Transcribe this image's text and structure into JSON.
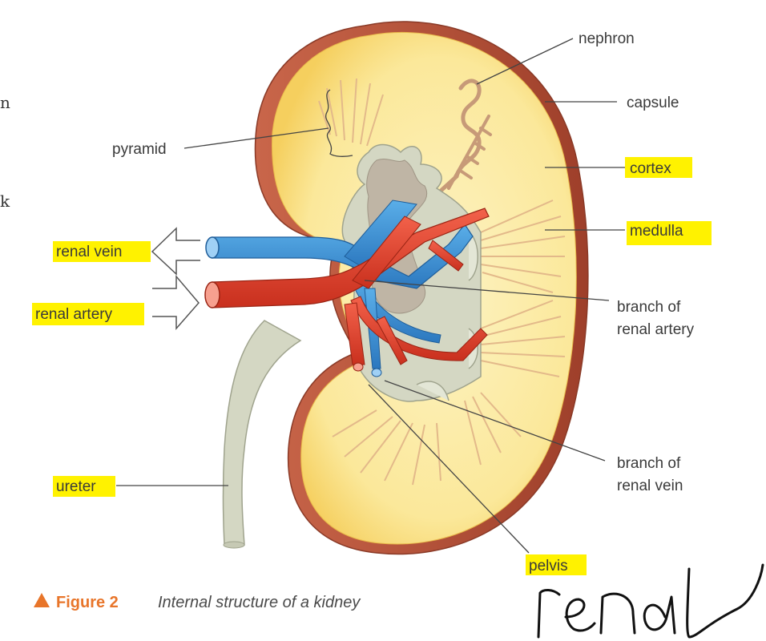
{
  "edge_text": [
    "n",
    "k"
  ],
  "labels": {
    "nephron": "nephron",
    "capsule": "capsule",
    "cortex": "cortex",
    "pyramid": "pyramid",
    "medulla": "medulla",
    "renal_vein": "renal vein",
    "renal_artery": "renal artery",
    "branch_renal_artery_1": "branch of",
    "branch_renal_artery_2": "renal artery",
    "branch_renal_vein_1": "branch of",
    "branch_renal_vein_2": "renal vein",
    "ureter": "ureter",
    "pelvis": "pelvis"
  },
  "caption": {
    "figure_label": "Figure 2",
    "text": "Internal structure of a kidney"
  },
  "handwriting": "renal",
  "colors": {
    "highlight": "#fff200",
    "artery": "#e8402a",
    "vein": "#3d8fd6",
    "capsule": "#b5553c",
    "cortex": "#fbe89a",
    "medulla_tissue": "#e9d6a8",
    "pelvis": "#d4d7c3",
    "caption_accent": "#e8752a"
  }
}
